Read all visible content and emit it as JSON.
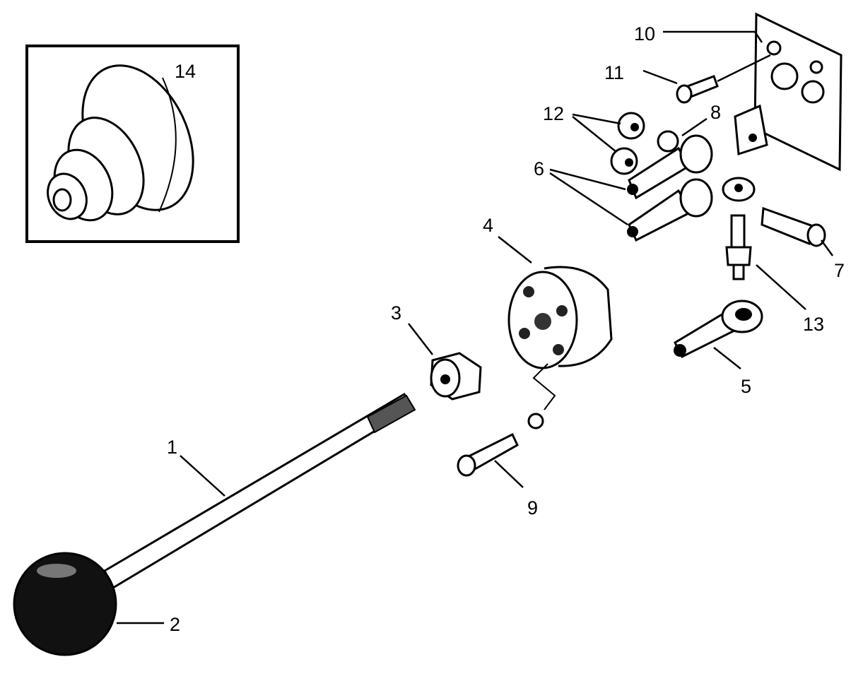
{
  "diagram": {
    "type": "exploded-parts-view",
    "callouts": {
      "c1": "1",
      "c2": "2",
      "c3": "3",
      "c4": "4",
      "c5": "5",
      "c6": "6",
      "c7": "7",
      "c8": "8",
      "c9": "9",
      "c10": "10",
      "c11": "11",
      "c12": "12",
      "c13": "13",
      "c14": "14"
    }
  }
}
